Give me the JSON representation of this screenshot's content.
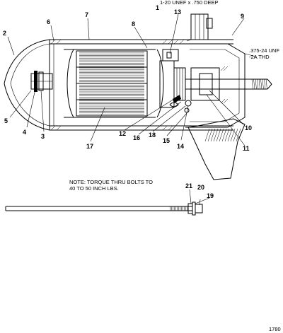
{
  "callouts": {
    "c1": "1",
    "c2": "2",
    "c3": "3",
    "c4": "4",
    "c5": "5",
    "c6": "6",
    "c7": "7",
    "c8": "8",
    "c9": "9",
    "c10": "10",
    "c11": "11",
    "c12": "12",
    "c13": "13",
    "c14": "14",
    "c15": "15",
    "c16": "16",
    "c17": "17",
    "c18": "18",
    "c19": "19",
    "c20": "20",
    "c21": "21"
  },
  "notes": {
    "top_spec": "1-20 UNEF x .750 DEEP",
    "shaft_spec_line1": ".375-24 UNF",
    "shaft_spec_line2": "-2A THD",
    "torque_line1": "NOTE: TORQUE THRU BOLTS TO",
    "torque_line2": "40 TO 50 INCH LBS.",
    "figure_number": "1780"
  }
}
